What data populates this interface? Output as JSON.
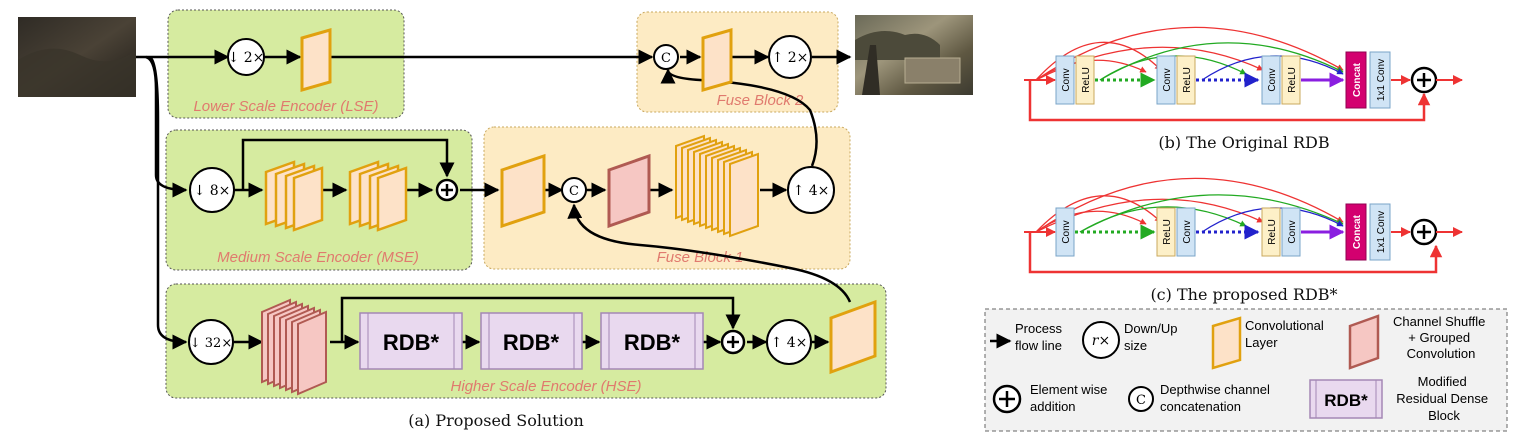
{
  "panels": {
    "a_caption": "(a) Proposed Solution",
    "b_caption": "(b) The Original RDB",
    "c_caption": "(c) The proposed RDB*"
  },
  "regions": {
    "lse": "Lower Scale Encoder (LSE)",
    "mse": "Medium Scale Encoder (MSE)",
    "hse": "Higher Scale Encoder (HSE)",
    "fuse1": "Fuse Block 1",
    "fuse2": "Fuse Block 2"
  },
  "ops": {
    "down2": "↓ 2×",
    "down8": "↓ 8×",
    "down32": "↓ 32×",
    "up2": "↑ 2×",
    "up4_fuse": "↑ 4×",
    "up4_hse": "↑ 4×",
    "concat_c": "C",
    "rdb": "RDB*"
  },
  "rdb_blocks": {
    "conv": "Conv",
    "relu": "ReLU",
    "concat": "Concat",
    "conv1x1": "1x1 Conv"
  },
  "legend": {
    "process_line": "Process\nflow line",
    "down_up_symbol": "r×",
    "down_up": "Down/Up\nsize",
    "conv_layer": "Convolutional\nLayer",
    "shuffle": "Channel Shuffle\n+ Grouped\nConvolution",
    "add": "Element wise\naddition",
    "concat": "Depthwise channel\nconcatenation",
    "rdb_symbol": "RDB*",
    "rdb": "Modified\nResidual Dense\nBlock"
  },
  "colors": {
    "encoder_green": "#d6eba0",
    "fuse_orange": "#fdebc4",
    "conv_fill": "#fde2c8",
    "conv_stroke": "#e1a10f",
    "shuffle_fill": "#f6c7c3",
    "shuffle_stroke": "#b05a52",
    "rdb_fill": "#e9d9ef",
    "rdb_stroke": "#a488b5",
    "concat_magenta": "#d3006f",
    "arrow_red": "#ee3333",
    "arrow_green": "#22aa22",
    "arrow_blue": "#2222cc",
    "arrow_purple": "#8a1ee0"
  }
}
